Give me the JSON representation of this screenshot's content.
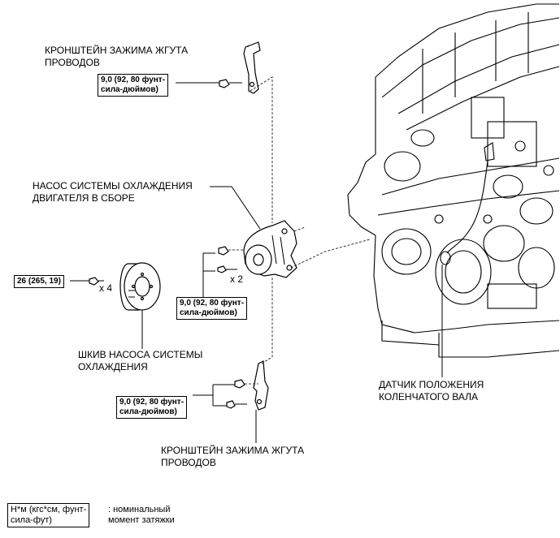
{
  "labels": {
    "bracket_top": [
      "КРОНШТЕЙН ЗАЖИМА ЖГУТА",
      "ПРОВОДОВ"
    ],
    "pump_assy": [
      "НАСОС СИСТЕМЫ ОХЛАЖДЕНИЯ",
      "ДВИГАТЕЛЯ В СБОРЕ"
    ],
    "pulley": [
      "ШКИВ НАСОСА СИСТЕМЫ",
      "ОХЛАЖДЕНИЯ"
    ],
    "crank_sensor": [
      "ДАТЧИК ПОЛОЖЕНИЯ",
      "КОЛЕНЧАТОГО ВАЛА"
    ],
    "bracket_bottom": [
      "КРОНШТЕЙН ЗАЖИМА ЖГУТА",
      "ПРОВОДОВ"
    ]
  },
  "torques": {
    "bracket_top": [
      "9,0 (92, 80 фунт-",
      "сила-дюймов)"
    ],
    "pump": [
      "9,0 (92, 80 фунт-",
      "сила-дюймов)"
    ],
    "pulley": [
      "26 (265, 19)"
    ],
    "bracket_bottom": [
      "9,0 (92, 80 фунт-",
      "сила-дюймов)"
    ]
  },
  "multipliers": {
    "pulley": "x 4",
    "pump": "x 2"
  },
  "legend": {
    "box": [
      "Н*м (кгс*см, фунт-",
      "сила-фут)"
    ],
    "text": [
      ": номинальный",
      "момент затяжки"
    ]
  }
}
